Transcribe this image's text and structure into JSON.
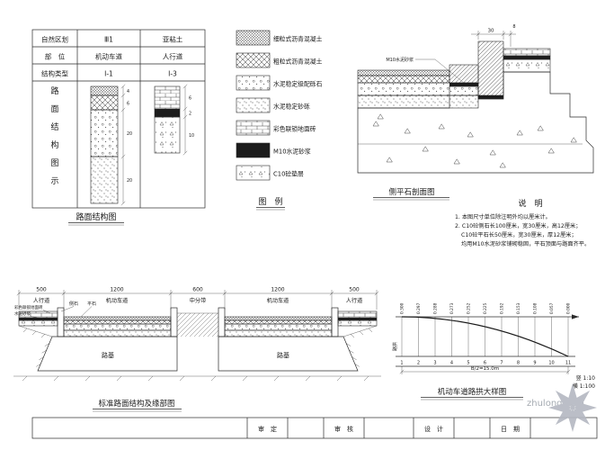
{
  "spec_table": {
    "rows": [
      {
        "label": "自然区划",
        "col1": "Ⅲ1",
        "col2": "亚粘土"
      },
      {
        "label": "部　位",
        "col1": "机动车道",
        "col2": "人行道"
      },
      {
        "label": "结构类型",
        "col1": "Ⅰ-1",
        "col2": "Ⅰ-3"
      }
    ],
    "diagram_label_chars": [
      "路",
      "面",
      "结",
      "构",
      "图",
      "示"
    ],
    "col1_dims": [
      "4",
      "6",
      "20",
      "20"
    ],
    "col2_dims": [
      "6",
      "2",
      "10"
    ],
    "caption": "路面结构图"
  },
  "legend": {
    "caption": "图　例",
    "items": [
      "细粒式沥青混凝土",
      "粗粒式沥青混凝土",
      "水泥稳定级配砾石",
      "水泥稳定砂砾",
      "彩色联锁地面砖",
      "M10水泥砂浆",
      "C10砼垫层"
    ]
  },
  "curb_detail": {
    "caption": "侧平石剖面图",
    "dims": {
      "curb_width": "30",
      "mortar": "8"
    },
    "leader_label": "M10水泥砂浆"
  },
  "notes": {
    "title": "说　明",
    "lines": [
      "1. 本图尺寸单位除注明外均以厘米计。",
      "2. C10砼侧石长100厘米，宽30厘米，高12厘米；",
      "C10砼平石长50厘米，宽30厘米，厚12厘米；",
      "均用M10水泥砂浆铺砌稳固，平石顶面与路面齐平。"
    ]
  },
  "cross_section": {
    "caption": "标准路面结构及缘部图",
    "dims": [
      "500",
      "1200",
      "600",
      "1200",
      "500"
    ],
    "zone_labels": [
      "人行道",
      "机动车道",
      "中分带",
      "机动车道",
      "人行道"
    ],
    "labels": {
      "paver": "彩色联锁地面砖",
      "mortar": "水泥砂浆",
      "curb_stone": "侧石",
      "flat_stone": "平石",
      "subgrade_left": "路基",
      "subgrade_right": "路基"
    }
  },
  "crown_diagram": {
    "caption": "机动车道路拱大样图",
    "scale_v": "竖 1:10",
    "scale_h": "横 1:100",
    "span_label": "B/2=15.0m",
    "axis_label": "路拱",
    "stations": [
      "1",
      "2",
      "3",
      "4",
      "5",
      "6",
      "7",
      "8",
      "9",
      "10",
      "11"
    ],
    "ordinates": [
      "0.300",
      "0.297",
      "0.288",
      "0.273",
      "0.252",
      "0.225",
      "0.192",
      "0.153",
      "0.108",
      "0.057",
      "0.000"
    ]
  },
  "title_block": {
    "cells": [
      "审　定",
      "审　核",
      "设　计",
      "日　期"
    ]
  },
  "watermark": {
    "text": "zhulong.com"
  }
}
